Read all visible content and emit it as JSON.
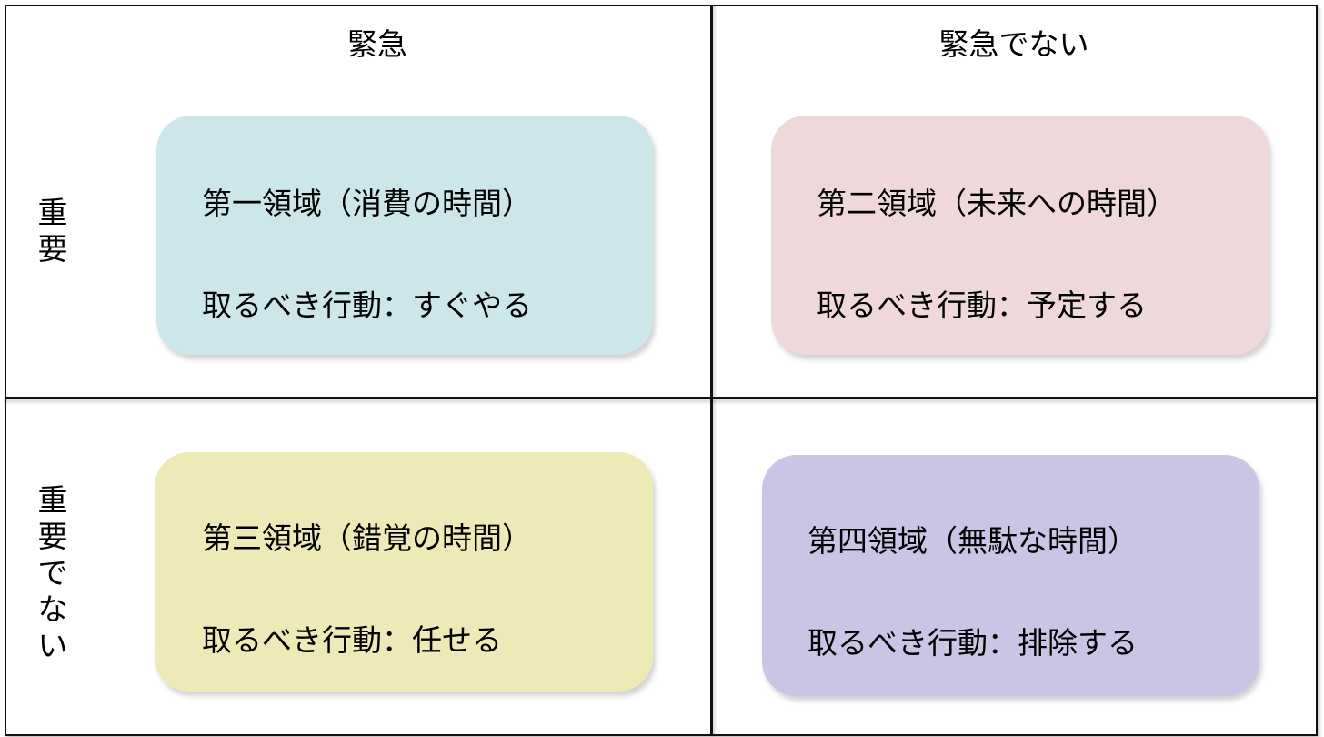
{
  "columns": [
    "緊急",
    "緊急でない"
  ],
  "rows": [
    "重要",
    "重要でない"
  ],
  "quadrants": [
    {
      "title": "第一領域（消費の時間）",
      "action": "取るべき行動：すぐやる",
      "color": "#cce6ea"
    },
    {
      "title": "第二領域（未来への時間）",
      "action": "取るべき行動：予定する",
      "color": "#eed8da"
    },
    {
      "title": "第三領域（錯覚の時間）",
      "action": "取るべき行動：任せる",
      "color": "#eeeab8"
    },
    {
      "title": "第四領域（無駄な時間）",
      "action": "取るべき行動：排除する",
      "color": "#ccc4e4"
    }
  ]
}
